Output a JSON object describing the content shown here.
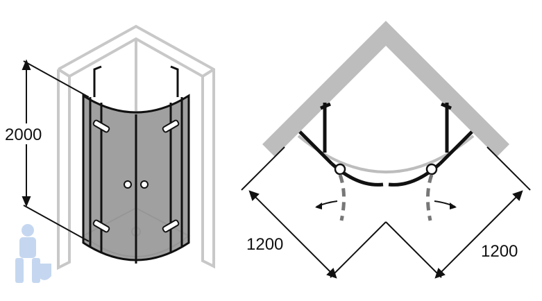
{
  "left_view": {
    "height_label": "2000"
  },
  "top_view": {
    "left_width_label": "1200",
    "right_width_label": "1200"
  },
  "colors": {
    "glass": "#8f8f8f",
    "wall": "#bdbdbd",
    "frame": "#111111",
    "door_swing": "#777777"
  }
}
